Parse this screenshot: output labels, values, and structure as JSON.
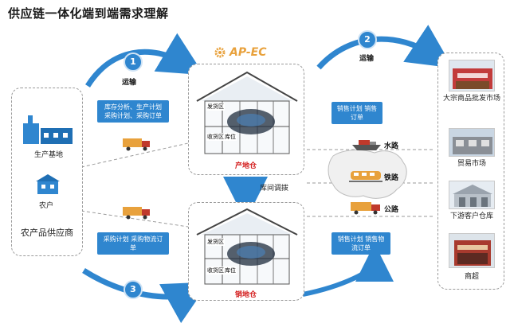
{
  "title": "供应链一体化端到端需求理解",
  "logo": {
    "text": "AP-EC"
  },
  "steps": [
    {
      "num": "1",
      "label": "运输"
    },
    {
      "num": "2",
      "label": "运输"
    },
    {
      "num": "3",
      "label": ""
    }
  ],
  "supplier": {
    "caption": "农产品供应商",
    "items": [
      {
        "label": "生产基地",
        "icon": "factory-icon"
      },
      {
        "label": "农户",
        "icon": "farmhouse-icon"
      }
    ]
  },
  "blue_labels": {
    "planning": "库存分析、生产计划 采购计划、采购订单",
    "purchase_logistics": "采购计划 采购物流订单",
    "sales_top": "销售计划 销售订单",
    "sales_bottom": "销售计划 销售物流订单"
  },
  "warehouses": [
    {
      "name": "产地仓",
      "zones": [
        "发货区",
        "收货区",
        "库位"
      ]
    },
    {
      "name": "销地仓",
      "zones": [
        "发货区",
        "收货区",
        "库位"
      ]
    }
  ],
  "transfer": "库间调拨",
  "transport_modes": [
    "水路",
    "铁路",
    "公路"
  ],
  "destinations": [
    "大宗商品批发市场",
    "贸易市场",
    "下游客户仓库",
    "商超"
  ],
  "colors": {
    "accent": "#2f86cf",
    "red": "#d42020",
    "arrow": "#2f86cf"
  }
}
